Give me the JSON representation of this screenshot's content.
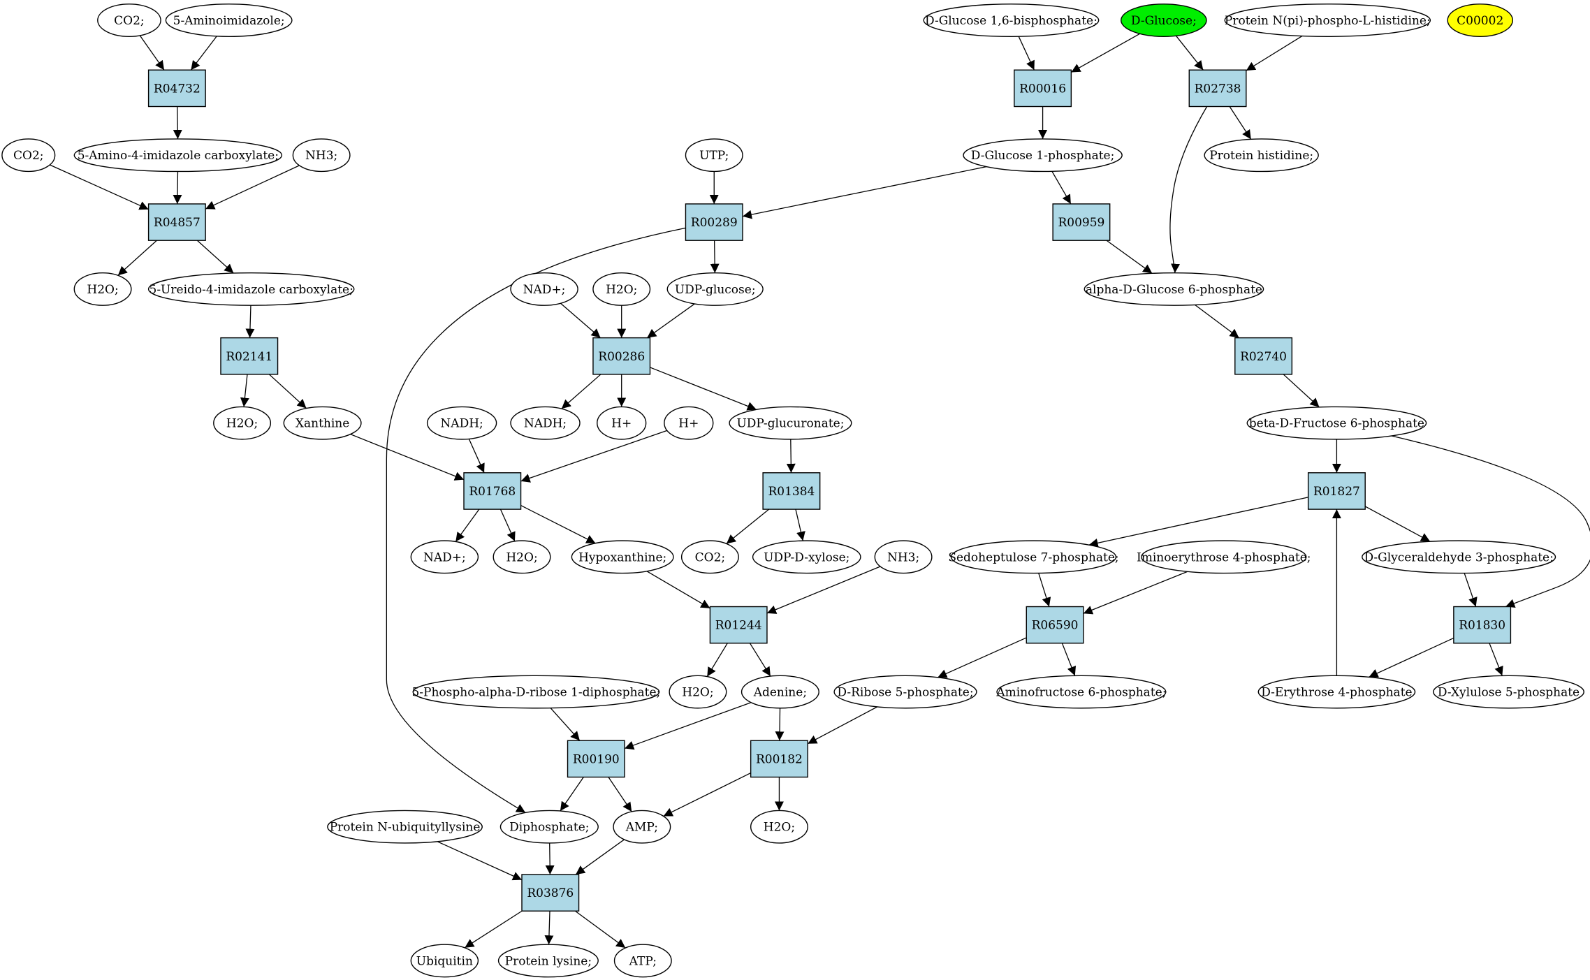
{
  "colors": {
    "reaction_fill": "#add8e6",
    "compound_fill": "#ffffff",
    "query_compound_fill": "#00ee00",
    "highlight_compound_fill": "#ffff00"
  },
  "compounds": [
    {
      "id": "co2_1",
      "label": "CO2;"
    },
    {
      "id": "aminoimidazole",
      "label": "5-Aminoimidazole;"
    },
    {
      "id": "amino_imid_carb",
      "label": "5-Amino-4-imidazole carboxylate;"
    },
    {
      "id": "co2_2",
      "label": "CO2;"
    },
    {
      "id": "nh3_1",
      "label": "NH3;"
    },
    {
      "id": "h2o_1",
      "label": "H2O;"
    },
    {
      "id": "ureido",
      "label": "5-Ureido-4-imidazole carboxylate;"
    },
    {
      "id": "h2o_2",
      "label": "H2O;"
    },
    {
      "id": "xanthine",
      "label": "Xanthine"
    },
    {
      "id": "utp",
      "label": "UTP;"
    },
    {
      "id": "nad_1",
      "label": "NAD+;"
    },
    {
      "id": "h2o_3",
      "label": "H2O;"
    },
    {
      "id": "udp_glucose",
      "label": "UDP-glucose;"
    },
    {
      "id": "nadh_1",
      "label": "NADH;"
    },
    {
      "id": "hplus_1",
      "label": "H+"
    },
    {
      "id": "udp_glucuronate",
      "label": "UDP-glucuronate;"
    },
    {
      "id": "nadh_2",
      "label": "NADH;"
    },
    {
      "id": "hplus_2",
      "label": "H+"
    },
    {
      "id": "nad_2",
      "label": "NAD+;"
    },
    {
      "id": "h2o_4",
      "label": "H2O;"
    },
    {
      "id": "hypoxanthine",
      "label": "Hypoxanthine;"
    },
    {
      "id": "co2_3",
      "label": "CO2;"
    },
    {
      "id": "udp_xylose",
      "label": "UDP-D-xylose;"
    },
    {
      "id": "nh3_2",
      "label": "NH3;"
    },
    {
      "id": "h2o_5",
      "label": "H2O;"
    },
    {
      "id": "adenine",
      "label": "Adenine;"
    },
    {
      "id": "prpp",
      "label": "5-Phospho-alpha-D-ribose 1-diphosphate;"
    },
    {
      "id": "diphosphate",
      "label": "Diphosphate;"
    },
    {
      "id": "amp",
      "label": "AMP;"
    },
    {
      "id": "h2o_6",
      "label": "H2O;"
    },
    {
      "id": "prot_ubiq",
      "label": "Protein N-ubiquityllysine"
    },
    {
      "id": "ubiquitin",
      "label": "Ubiquitin"
    },
    {
      "id": "prot_lysine",
      "label": "Protein lysine;"
    },
    {
      "id": "atp",
      "label": "ATP;"
    },
    {
      "id": "g16bp",
      "label": "D-Glucose 1,6-bisphosphate;"
    },
    {
      "id": "dglucose",
      "label": "D-Glucose;"
    },
    {
      "id": "prot_phis",
      "label": "Protein N(pi)-phospho-L-histidine;"
    },
    {
      "id": "c00002",
      "label": "C00002"
    },
    {
      "id": "g1p",
      "label": "D-Glucose 1-phosphate;"
    },
    {
      "id": "prot_his",
      "label": "Protein histidine;"
    },
    {
      "id": "ag6p",
      "label": "alpha-D-Glucose 6-phosphate"
    },
    {
      "id": "bf6p",
      "label": "beta-D-Fructose 6-phosphate"
    },
    {
      "id": "s7p",
      "label": "Sedoheptulose 7-phosphate;"
    },
    {
      "id": "ie4p",
      "label": "Iminoerythrose 4-phosphate;"
    },
    {
      "id": "ga3p",
      "label": "D-Glyceraldehyde 3-phosphate;"
    },
    {
      "id": "r5p",
      "label": "D-Ribose 5-phosphate;"
    },
    {
      "id": "af6p",
      "label": "Aminofructose 6-phosphate;"
    },
    {
      "id": "e4p",
      "label": "D-Erythrose 4-phosphate"
    },
    {
      "id": "xu5p",
      "label": "D-Xylulose 5-phosphate"
    }
  ],
  "reactions": [
    {
      "id": "R04732",
      "label": "R04732"
    },
    {
      "id": "R04857",
      "label": "R04857"
    },
    {
      "id": "R02141",
      "label": "R02141"
    },
    {
      "id": "R00289",
      "label": "R00289"
    },
    {
      "id": "R00286",
      "label": "R00286"
    },
    {
      "id": "R01768",
      "label": "R01768"
    },
    {
      "id": "R01384",
      "label": "R01384"
    },
    {
      "id": "R01244",
      "label": "R01244"
    },
    {
      "id": "R00190",
      "label": "R00190"
    },
    {
      "id": "R00182",
      "label": "R00182"
    },
    {
      "id": "R03876",
      "label": "R03876"
    },
    {
      "id": "R00016",
      "label": "R00016"
    },
    {
      "id": "R02738",
      "label": "R02738"
    },
    {
      "id": "R00959",
      "label": "R00959"
    },
    {
      "id": "R02740",
      "label": "R02740"
    },
    {
      "id": "R01827",
      "label": "R01827"
    },
    {
      "id": "R06590",
      "label": "R06590"
    },
    {
      "id": "R01830",
      "label": "R01830"
    }
  ],
  "edges": [
    {
      "from": "co2_1",
      "to": "R04732"
    },
    {
      "from": "aminoimidazole",
      "to": "R04732"
    },
    {
      "from": "R04732",
      "to": "amino_imid_carb"
    },
    {
      "from": "amino_imid_carb",
      "to": "R04857"
    },
    {
      "from": "co2_2",
      "to": "R04857"
    },
    {
      "from": "nh3_1",
      "to": "R04857"
    },
    {
      "from": "R04857",
      "to": "h2o_1"
    },
    {
      "from": "R04857",
      "to": "ureido"
    },
    {
      "from": "ureido",
      "to": "R02141"
    },
    {
      "from": "R02141",
      "to": "h2o_2"
    },
    {
      "from": "R02141",
      "to": "xanthine"
    },
    {
      "from": "xanthine",
      "to": "R01768"
    },
    {
      "from": "nadh_2",
      "to": "R01768"
    },
    {
      "from": "hplus_2",
      "to": "R01768"
    },
    {
      "from": "R01768",
      "to": "nad_2"
    },
    {
      "from": "R01768",
      "to": "h2o_4"
    },
    {
      "from": "R01768",
      "to": "hypoxanthine"
    },
    {
      "from": "hypoxanthine",
      "to": "R01244"
    },
    {
      "from": "nh3_2",
      "to": "R01244"
    },
    {
      "from": "R01244",
      "to": "h2o_5"
    },
    {
      "from": "R01244",
      "to": "adenine"
    },
    {
      "from": "utp",
      "to": "R00289"
    },
    {
      "from": "g1p",
      "to": "R00289"
    },
    {
      "from": "R00289",
      "to": "udp_glucose"
    },
    {
      "from": "R00289",
      "to": "diphosphate"
    },
    {
      "from": "nad_1",
      "to": "R00286"
    },
    {
      "from": "h2o_3",
      "to": "R00286"
    },
    {
      "from": "udp_glucose",
      "to": "R00286"
    },
    {
      "from": "R00286",
      "to": "nadh_1"
    },
    {
      "from": "R00286",
      "to": "hplus_1"
    },
    {
      "from": "R00286",
      "to": "udp_glucuronate"
    },
    {
      "from": "udp_glucuronate",
      "to": "R01384"
    },
    {
      "from": "R01384",
      "to": "co2_3"
    },
    {
      "from": "R01384",
      "to": "udp_xylose"
    },
    {
      "from": "prpp",
      "to": "R00190"
    },
    {
      "from": "adenine",
      "to": "R00190"
    },
    {
      "from": "R00190",
      "to": "diphosphate"
    },
    {
      "from": "R00190",
      "to": "amp"
    },
    {
      "from": "adenine",
      "to": "R00182"
    },
    {
      "from": "r5p",
      "to": "R00182"
    },
    {
      "from": "R00182",
      "to": "amp"
    },
    {
      "from": "R00182",
      "to": "h2o_6"
    },
    {
      "from": "prot_ubiq",
      "to": "R03876"
    },
    {
      "from": "diphosphate",
      "to": "R03876"
    },
    {
      "from": "amp",
      "to": "R03876"
    },
    {
      "from": "R03876",
      "to": "ubiquitin"
    },
    {
      "from": "R03876",
      "to": "prot_lysine"
    },
    {
      "from": "R03876",
      "to": "atp"
    },
    {
      "from": "g16bp",
      "to": "R00016"
    },
    {
      "from": "dglucose",
      "to": "R00016"
    },
    {
      "from": "R00016",
      "to": "g1p"
    },
    {
      "from": "dglucose",
      "to": "R02738"
    },
    {
      "from": "prot_phis",
      "to": "R02738"
    },
    {
      "from": "R02738",
      "to": "prot_his"
    },
    {
      "from": "R02738",
      "to": "ag6p"
    },
    {
      "from": "g1p",
      "to": "R00959"
    },
    {
      "from": "R00959",
      "to": "ag6p"
    },
    {
      "from": "ag6p",
      "to": "R02740"
    },
    {
      "from": "R02740",
      "to": "bf6p"
    },
    {
      "from": "bf6p",
      "to": "R01827"
    },
    {
      "from": "e4p",
      "to": "R01827"
    },
    {
      "from": "R01827",
      "to": "s7p"
    },
    {
      "from": "R01827",
      "to": "ga3p"
    },
    {
      "from": "bf6p",
      "to": "R01830"
    },
    {
      "from": "ga3p",
      "to": "R01830"
    },
    {
      "from": "R01830",
      "to": "e4p"
    },
    {
      "from": "R01830",
      "to": "xu5p"
    },
    {
      "from": "s7p",
      "to": "R06590"
    },
    {
      "from": "ie4p",
      "to": "R06590"
    },
    {
      "from": "R06590",
      "to": "r5p"
    },
    {
      "from": "R06590",
      "to": "af6p"
    }
  ]
}
